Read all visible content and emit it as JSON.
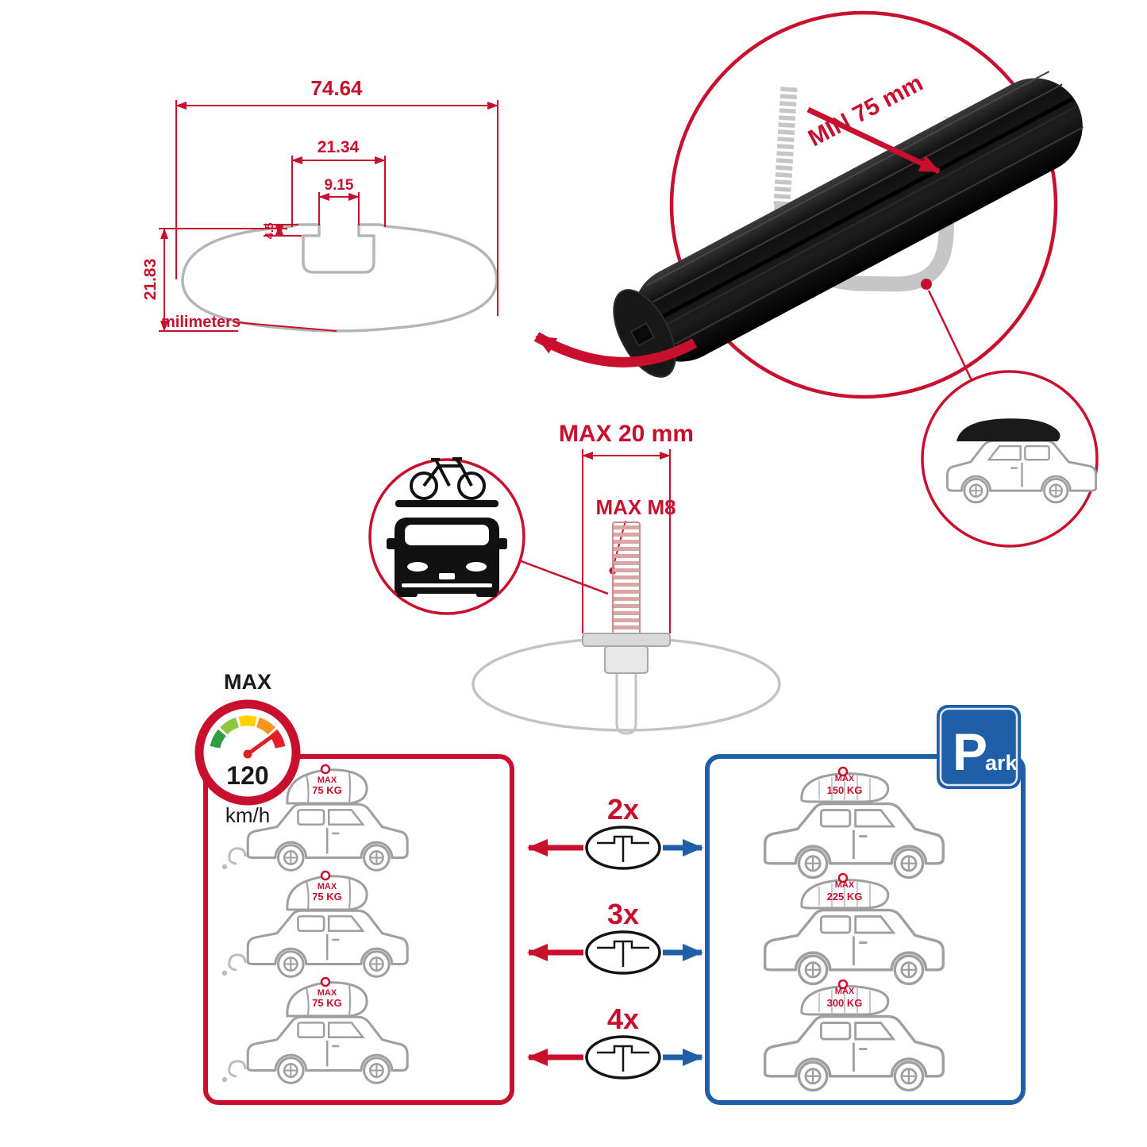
{
  "colors": {
    "red": "#c8102e",
    "blue": "#1f5fa8",
    "gray": "#9f9f9f",
    "dark": "#121212"
  },
  "dimension_diagram": {
    "width_total": "74.64",
    "channel_width": "21.34",
    "slot_width": "9.15",
    "step_height": "4.5",
    "height_total": "21.83",
    "unit_label": "milimeters"
  },
  "crossbar_detail": {
    "min_span_label": "MIN 75 mm"
  },
  "bolt_detail": {
    "max_width_label": "MAX 20 mm",
    "max_thread_label": "MAX M8"
  },
  "speed_limit": {
    "label": "MAX",
    "value": "120",
    "unit": "km/h"
  },
  "multipliers": [
    {
      "label": "2x"
    },
    {
      "label": "3x"
    },
    {
      "label": "4x"
    }
  ],
  "driving_panel": {
    "cars": [
      {
        "max_label": "MAX",
        "load": "75 KG"
      },
      {
        "max_label": "MAX",
        "load": "75 KG"
      },
      {
        "max_label": "MAX",
        "load": "75 KG"
      }
    ]
  },
  "parking_panel": {
    "park_sign": {
      "p": "P",
      "ark": "ark"
    },
    "cars": [
      {
        "max_label": "MAX",
        "load": "150 KG"
      },
      {
        "max_label": "MAX",
        "load": "225 KG"
      },
      {
        "max_label": "MAX",
        "load": "300 KG"
      }
    ]
  }
}
